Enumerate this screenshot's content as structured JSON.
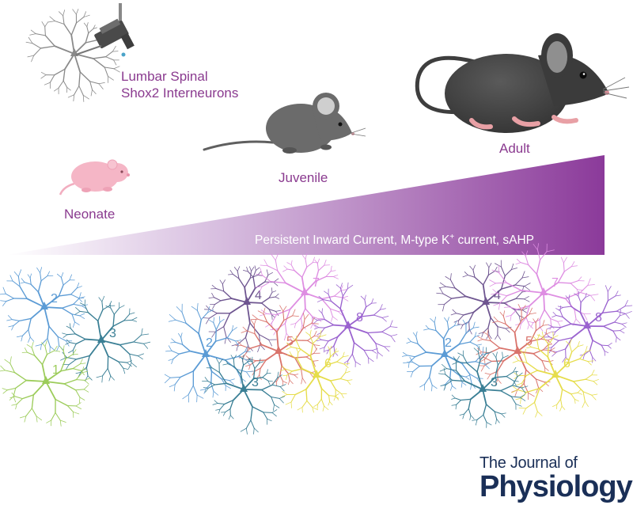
{
  "labels": {
    "recording": [
      "Lumbar Spinal",
      "Shox2 Interneurons"
    ],
    "neonate": "Neonate",
    "juvenile": "Juvenile",
    "adult": "Adult",
    "ramp_main": "Persistent Inward Current, M-type K",
    "ramp_sup": "+",
    "ramp_tail": " current, sAHP"
  },
  "journal": {
    "line1": "The Journal of",
    "line2": "Physiology"
  },
  "networks": [
    {
      "stage": "neonate",
      "neurons": [
        "1",
        "2",
        "3"
      ]
    },
    {
      "stage": "juvenile",
      "neurons": [
        "2",
        "3",
        "4",
        "5",
        "6",
        "7",
        "8"
      ]
    },
    {
      "stage": "adult",
      "neurons": [
        "2",
        "3",
        "4",
        "5",
        "6",
        "7",
        "8"
      ]
    }
  ],
  "colors": {
    "purple_text": "#8a3a8f",
    "ramp_end": "#8b3a9a",
    "journal": "#1a2f57",
    "n1": "#9ccc5a",
    "n2": "#5b9bd5",
    "n3": "#3a7f95",
    "n4": "#6e5590",
    "n5": "#d9736b",
    "n6": "#e6dd4c",
    "n7": "#de8ee2",
    "n8": "#9a62cf"
  }
}
